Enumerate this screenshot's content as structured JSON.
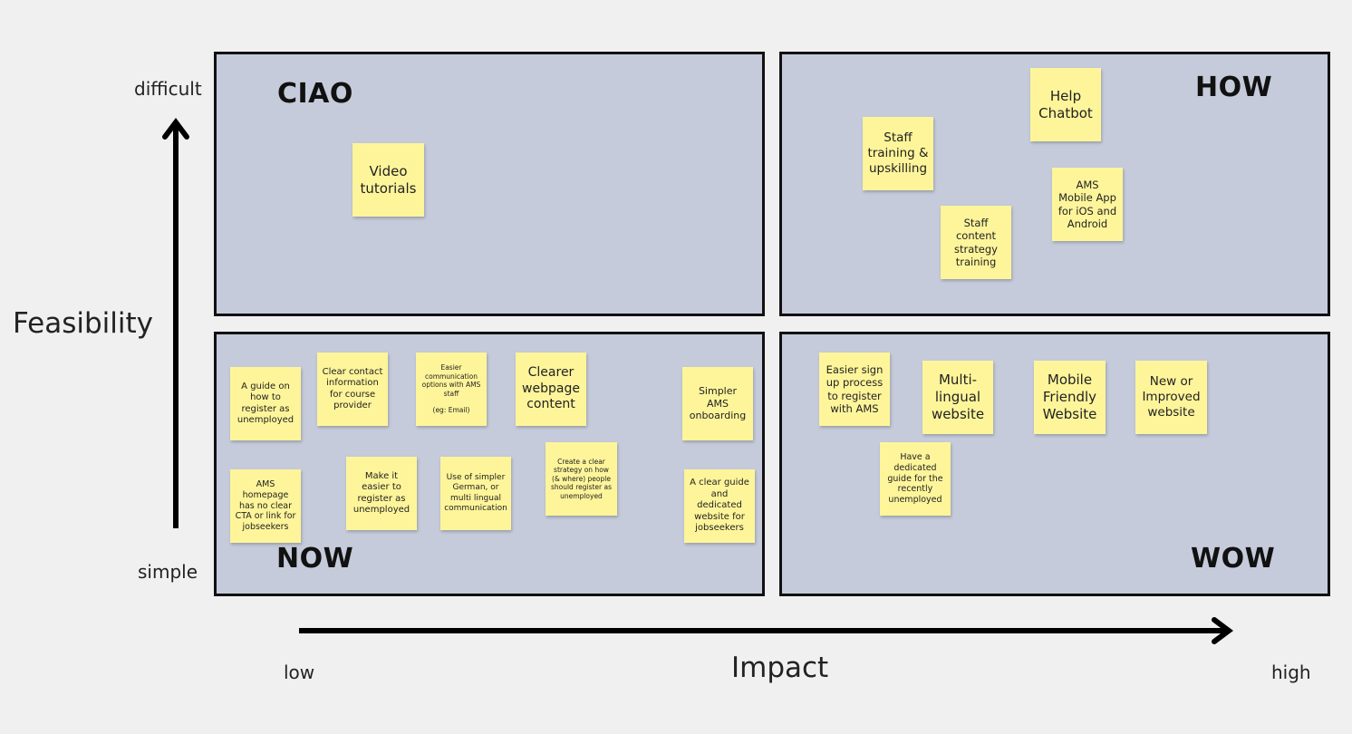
{
  "axes": {
    "y_title": "Feasibility",
    "y_top": "difficult",
    "y_bottom": "simple",
    "x_title": "Impact",
    "x_left": "low",
    "x_right": "high"
  },
  "quadrants": {
    "ciao": {
      "title": "CIAO",
      "notes": [
        "Video\ntutorials"
      ]
    },
    "how": {
      "title": "HOW",
      "notes": [
        "Help\nChatbot",
        "Staff\ntraining &\nupskilling",
        "AMS\nMobile App\nfor iOS and\nAndroid",
        "Staff\ncontent\nstrategy\ntraining"
      ]
    },
    "now": {
      "title": "NOW",
      "notes": [
        "A guide on\nhow to\nregister as\nunemployed",
        "Clear contact\ninformation\nfor course\nprovider",
        "Easier\ncommunication\noptions with AMS\nstaff\n\n(eg: Email)",
        "Clearer\nwebpage\ncontent",
        "Simpler\nAMS\nonboarding",
        "AMS\nhomepage\nhas no clear\nCTA or link for\njobseekers",
        "Make it\neasier to\nregister as\nunemployed",
        "Use of simpler\nGerman, or\nmulti lingual\ncommunication",
        "Create a clear\nstrategy on how\n(& where) people\nshould register as\nunemployed",
        "A clear guide\nand dedicated\nwebsite for\njobseekers"
      ]
    },
    "wow": {
      "title": "WOW",
      "notes": [
        "Easier sign\nup process\nto register\nwith AMS",
        "Multi-\nlingual\nwebsite",
        "Mobile\nFriendly\nWebsite",
        "New or\nImproved\nwebsite",
        "Have a\ndedicated\nguide for the\nrecently\nunemployed"
      ]
    }
  },
  "colors": {
    "background": "#f0f0f0",
    "quadrant_fill": "#c5cbda",
    "sticky_note": "#fef59a",
    "border": "#111111"
  }
}
